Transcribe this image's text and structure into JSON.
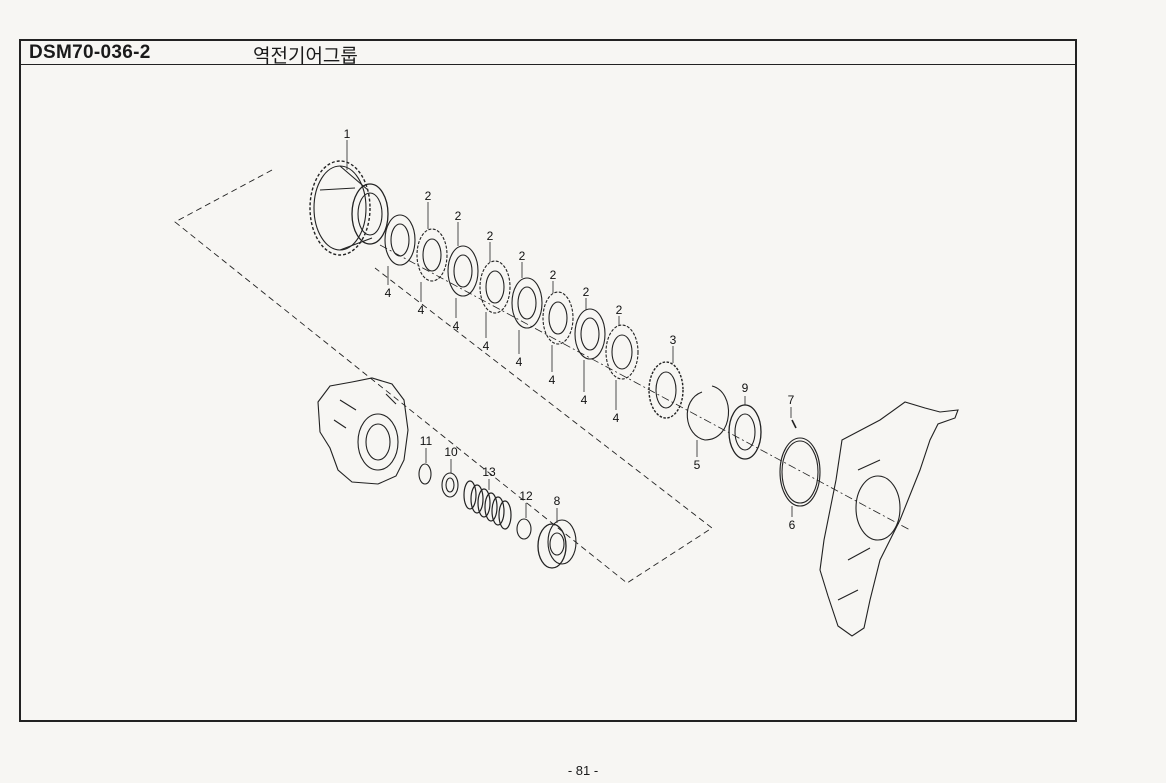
{
  "header": {
    "code": "DSM70-036-2",
    "title": "역전기어그룹"
  },
  "callouts": [
    {
      "id": "c1",
      "text": "1"
    },
    {
      "id": "c2a",
      "text": "2"
    },
    {
      "id": "c2b",
      "text": "2"
    },
    {
      "id": "c2c",
      "text": "2"
    },
    {
      "id": "c2d",
      "text": "2"
    },
    {
      "id": "c2e",
      "text": "2"
    },
    {
      "id": "c2f",
      "text": "2"
    },
    {
      "id": "c2g",
      "text": "2"
    },
    {
      "id": "c3",
      "text": "3"
    },
    {
      "id": "c4a",
      "text": "4"
    },
    {
      "id": "c4b",
      "text": "4"
    },
    {
      "id": "c4c",
      "text": "4"
    },
    {
      "id": "c4d",
      "text": "4"
    },
    {
      "id": "c4e",
      "text": "4"
    },
    {
      "id": "c4f",
      "text": "4"
    },
    {
      "id": "c4g",
      "text": "4"
    },
    {
      "id": "c4h",
      "text": "4"
    },
    {
      "id": "c5",
      "text": "5"
    },
    {
      "id": "c6",
      "text": "6"
    },
    {
      "id": "c7",
      "text": "7"
    },
    {
      "id": "c8",
      "text": "8"
    },
    {
      "id": "c9",
      "text": "9"
    },
    {
      "id": "c10",
      "text": "10"
    },
    {
      "id": "c11",
      "text": "11"
    },
    {
      "id": "c12",
      "text": "12"
    },
    {
      "id": "c13",
      "text": "13"
    }
  ],
  "footer": {
    "page_number": "- 81 -"
  }
}
